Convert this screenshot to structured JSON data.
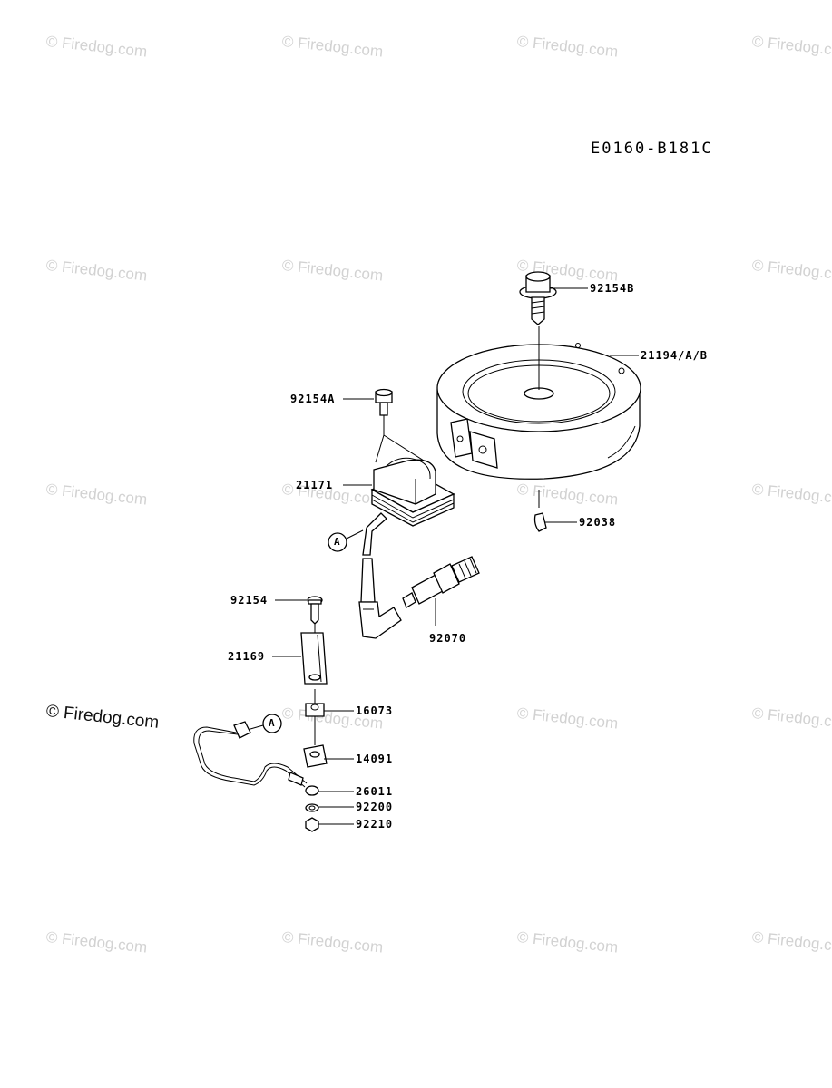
{
  "diagram_code": "E0160-B181C",
  "watermark": {
    "main_text": "© Firedog.com",
    "faint_text": "© Firedog.com"
  },
  "callout_marker": "A",
  "parts": {
    "p92154B": "92154B",
    "p21194": "21194/A/B",
    "p92154A": "92154A",
    "p21171": "21171",
    "p92038": "92038",
    "p92070": "92070",
    "p92154": "92154",
    "p21169": "21169",
    "p16073": "16073",
    "p14091": "14091",
    "p26011": "26011",
    "p92200": "92200",
    "p92210": "92210"
  }
}
